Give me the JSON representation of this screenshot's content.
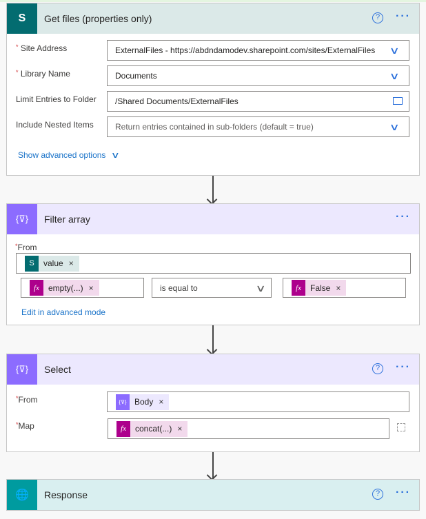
{
  "colors": {
    "sharepoint": "#036c70",
    "dataops": "#8c6cff",
    "expression": "#ad008c",
    "response": "#009b9f",
    "link": "#1a73c9"
  },
  "get_files": {
    "title": "Get files (properties only)",
    "icon": "sharepoint-icon",
    "fields": [
      {
        "label": "Site Address",
        "required": true,
        "value": "ExternalFiles - https://abdndamodev.sharepoint.com/sites/ExternalFiles"
      },
      {
        "label": "Library Name",
        "required": true,
        "value": "Documents"
      },
      {
        "label": "Limit Entries to Folder",
        "required": false,
        "value": "/Shared Documents/ExternalFiles"
      },
      {
        "label": "Include Nested Items",
        "required": false,
        "placeholder": "Return entries contained in sub-folders (default = true)"
      }
    ],
    "advanced": "Show advanced options"
  },
  "filter": {
    "title": "Filter array",
    "from_label": "From",
    "from_token": "value",
    "left_token": "empty(...)",
    "operator": "is equal to",
    "right_token": "False",
    "edit_link": "Edit in advanced mode"
  },
  "select": {
    "title": "Select",
    "from_label": "From",
    "from_token": "Body",
    "map_label": "Map",
    "map_token": "concat(...)"
  },
  "response": {
    "title": "Response"
  },
  "common": {
    "help": "?",
    "more": "···",
    "req": "*",
    "remove": "×",
    "fx": "fx",
    "brace": "{⊽}"
  }
}
